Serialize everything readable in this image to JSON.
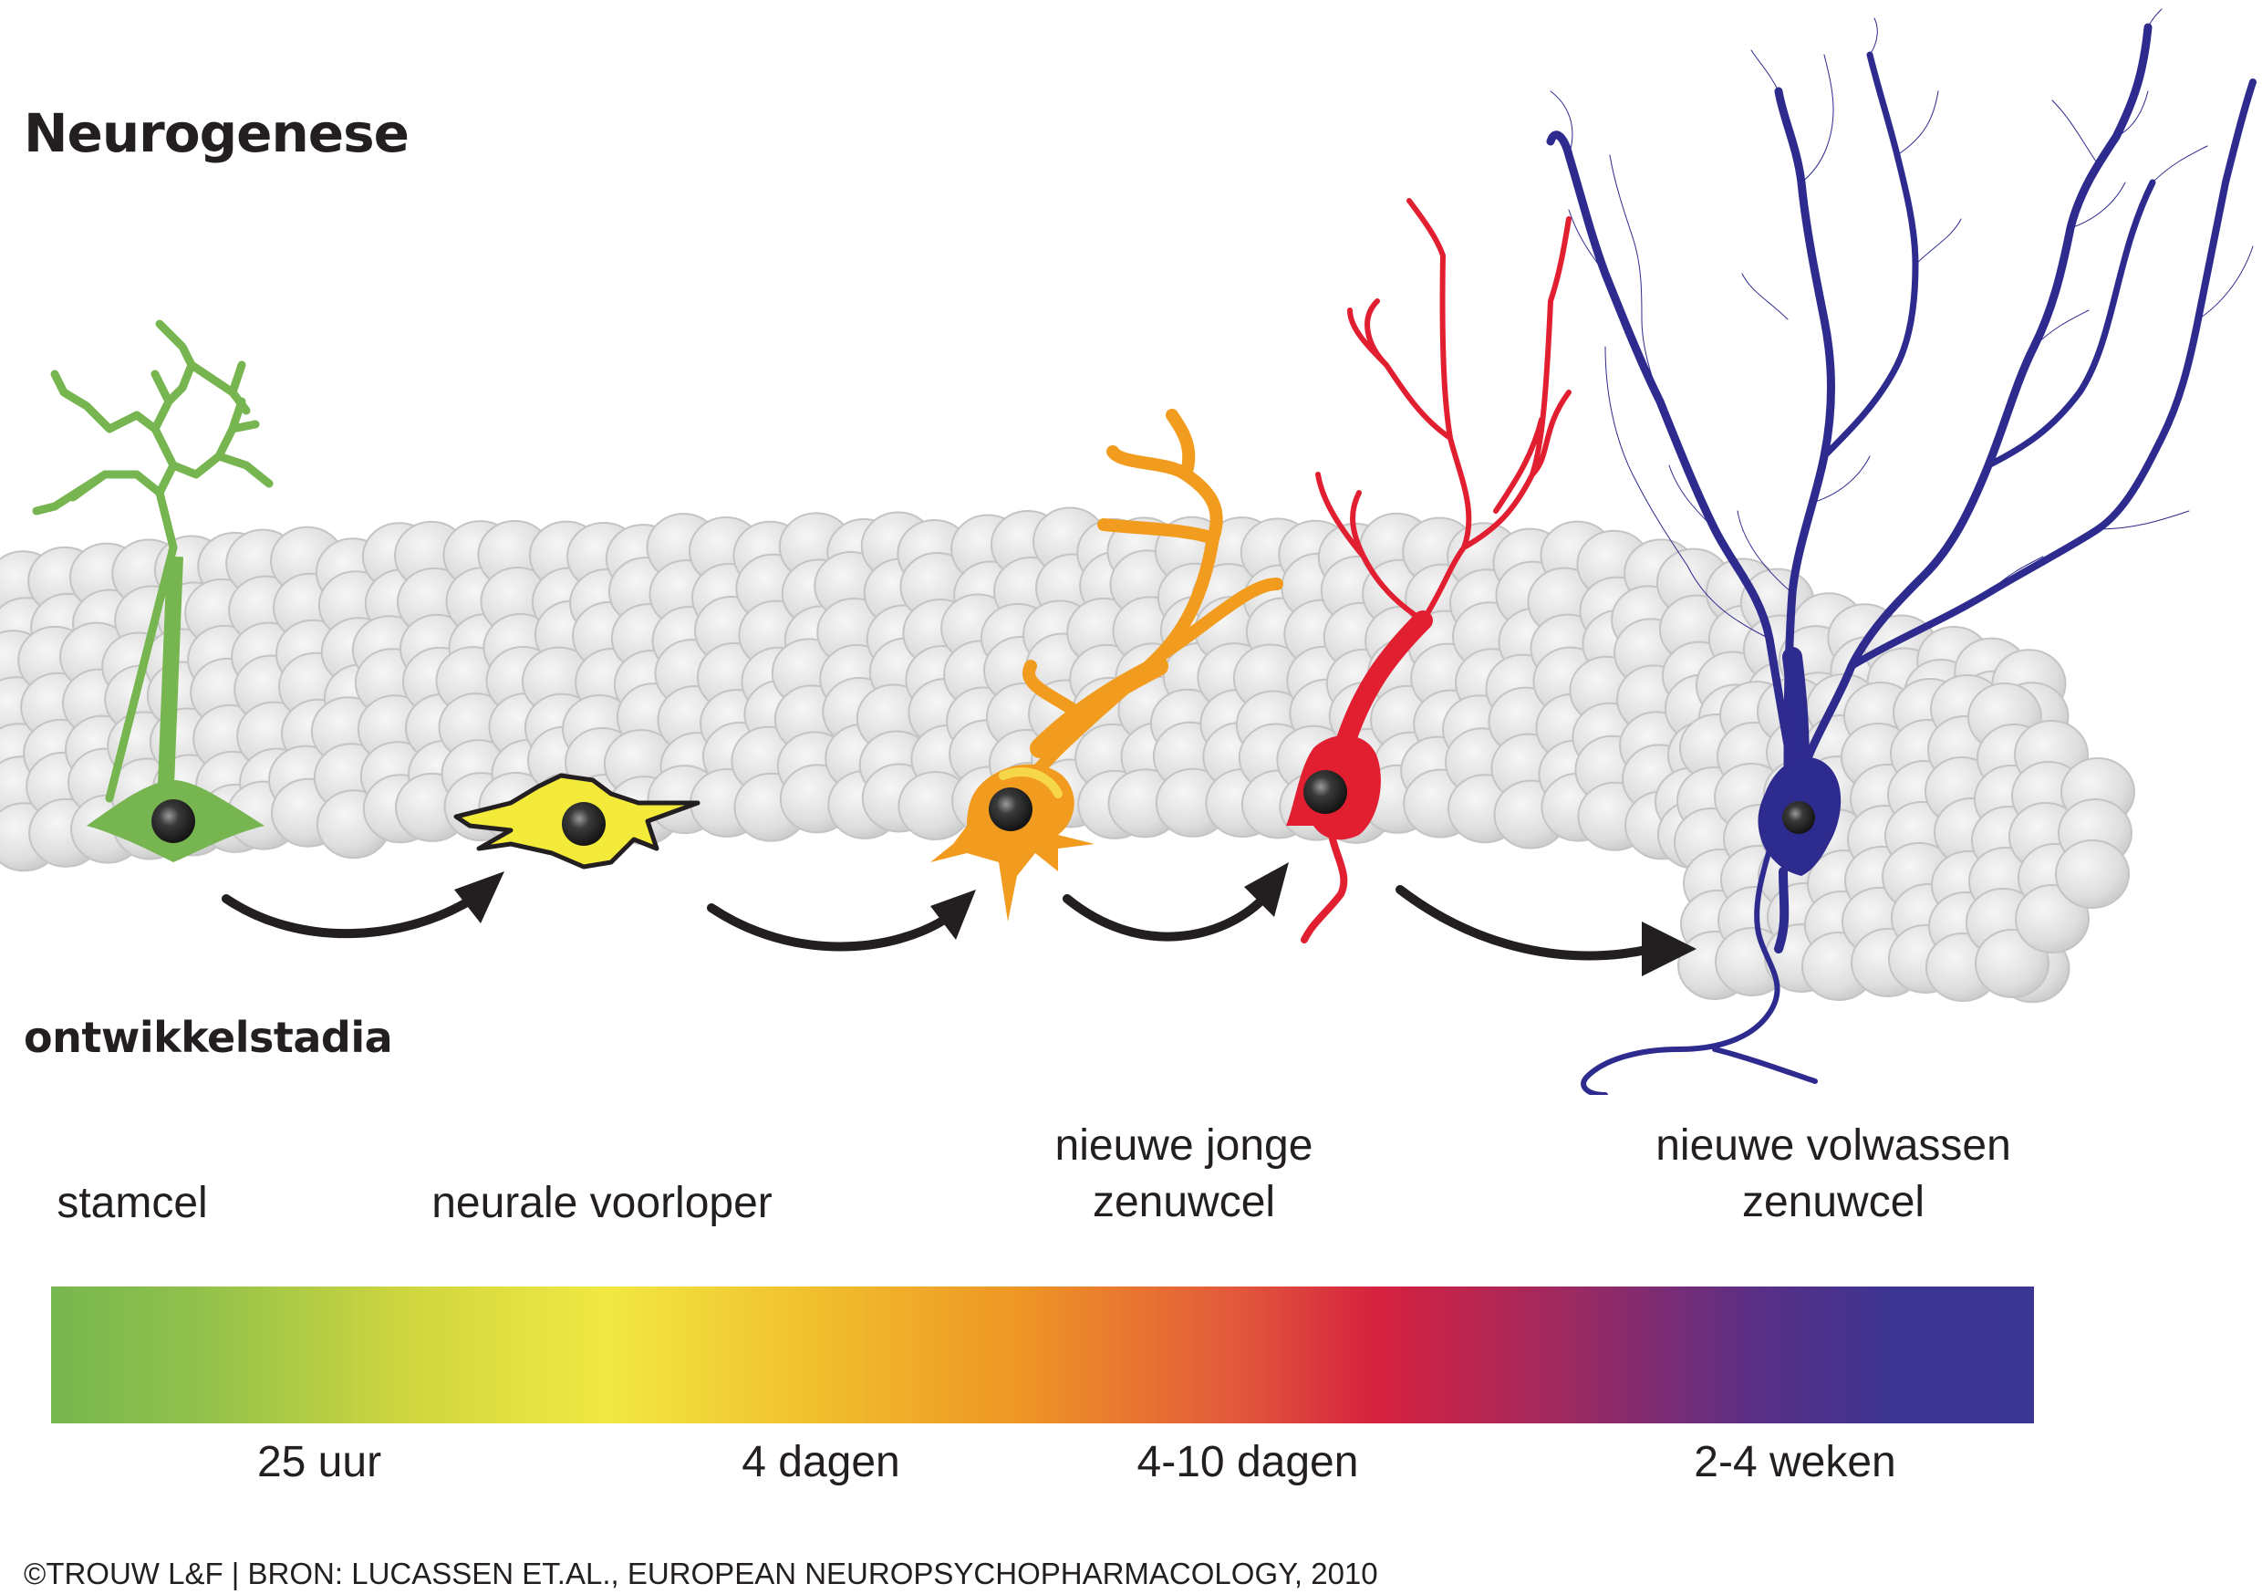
{
  "title": "Neurogenese",
  "subtitle": "ontwikkelstadia",
  "stages": [
    {
      "lines": [
        "stamcel"
      ]
    },
    {
      "lines": [
        "neurale voorloper"
      ]
    },
    {
      "lines": [
        "nieuwe jonge",
        "zenuwcel"
      ]
    },
    {
      "lines": [
        "nieuwe volwassen",
        "zenuwcel"
      ]
    }
  ],
  "timeline": {
    "labels": [
      "25 uur",
      "4 dagen",
      "4-10 dagen",
      "2-4 weken"
    ],
    "colors": [
      "#77b74f",
      "#f1e843",
      "#ee9525",
      "#d5213f",
      "#3b3593"
    ]
  },
  "cell_colors": {
    "stamcel": "#76b54f",
    "voorloper": "#f3ea3a",
    "jong": "#f29c1f",
    "jong_rood": "#e21f30",
    "volwassen": "#2e2b8f",
    "tissue": "#e4e4e4"
  },
  "credit": "©TROUW L&F | BRON: LUCASSEN ET.AL., EUROPEAN NEUROPSYCHOPHARMACOLOGY, 2010"
}
